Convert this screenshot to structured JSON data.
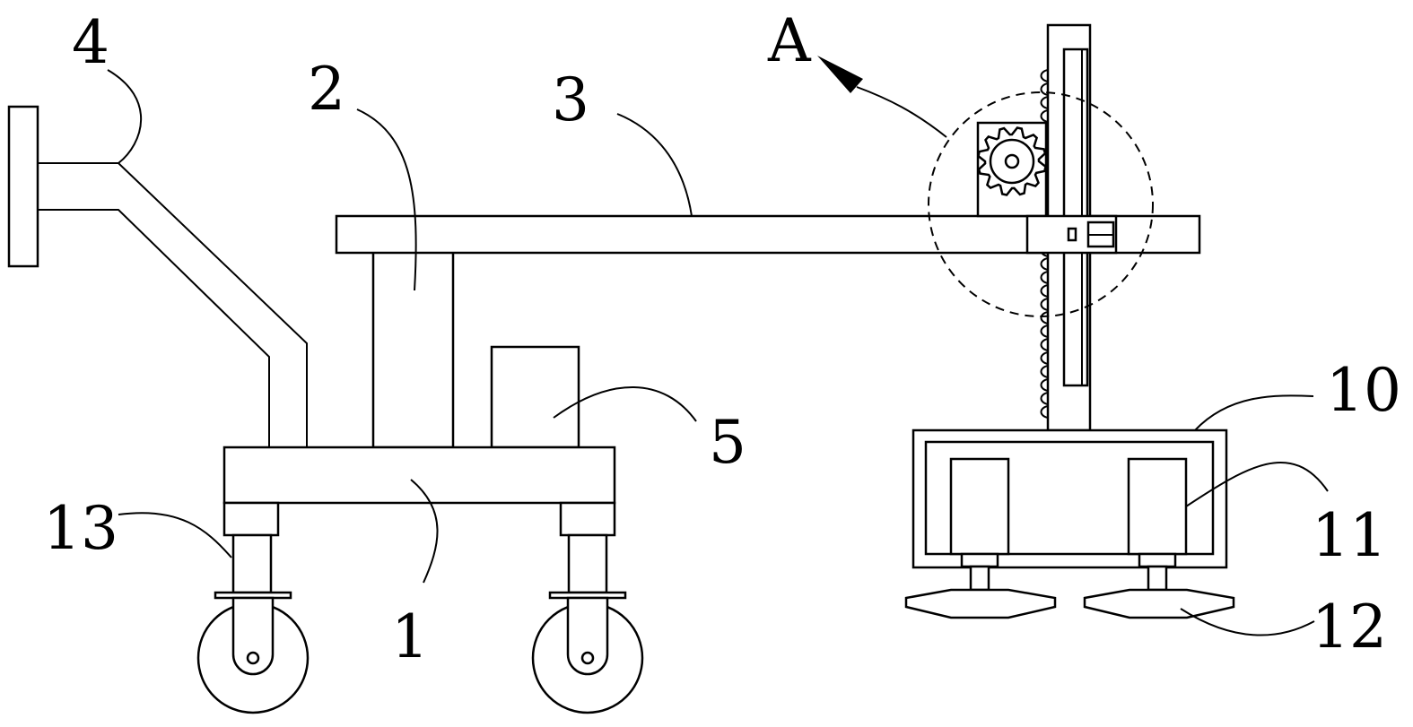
{
  "labels": {
    "l1": "1",
    "l2": "2",
    "l3": "3",
    "l4": "4",
    "l5": "5",
    "l10": "10",
    "l11": "11",
    "l12": "12",
    "l13": "13",
    "detail": "A"
  },
  "colors": {
    "line": "#000000",
    "background": "#ffffff"
  }
}
